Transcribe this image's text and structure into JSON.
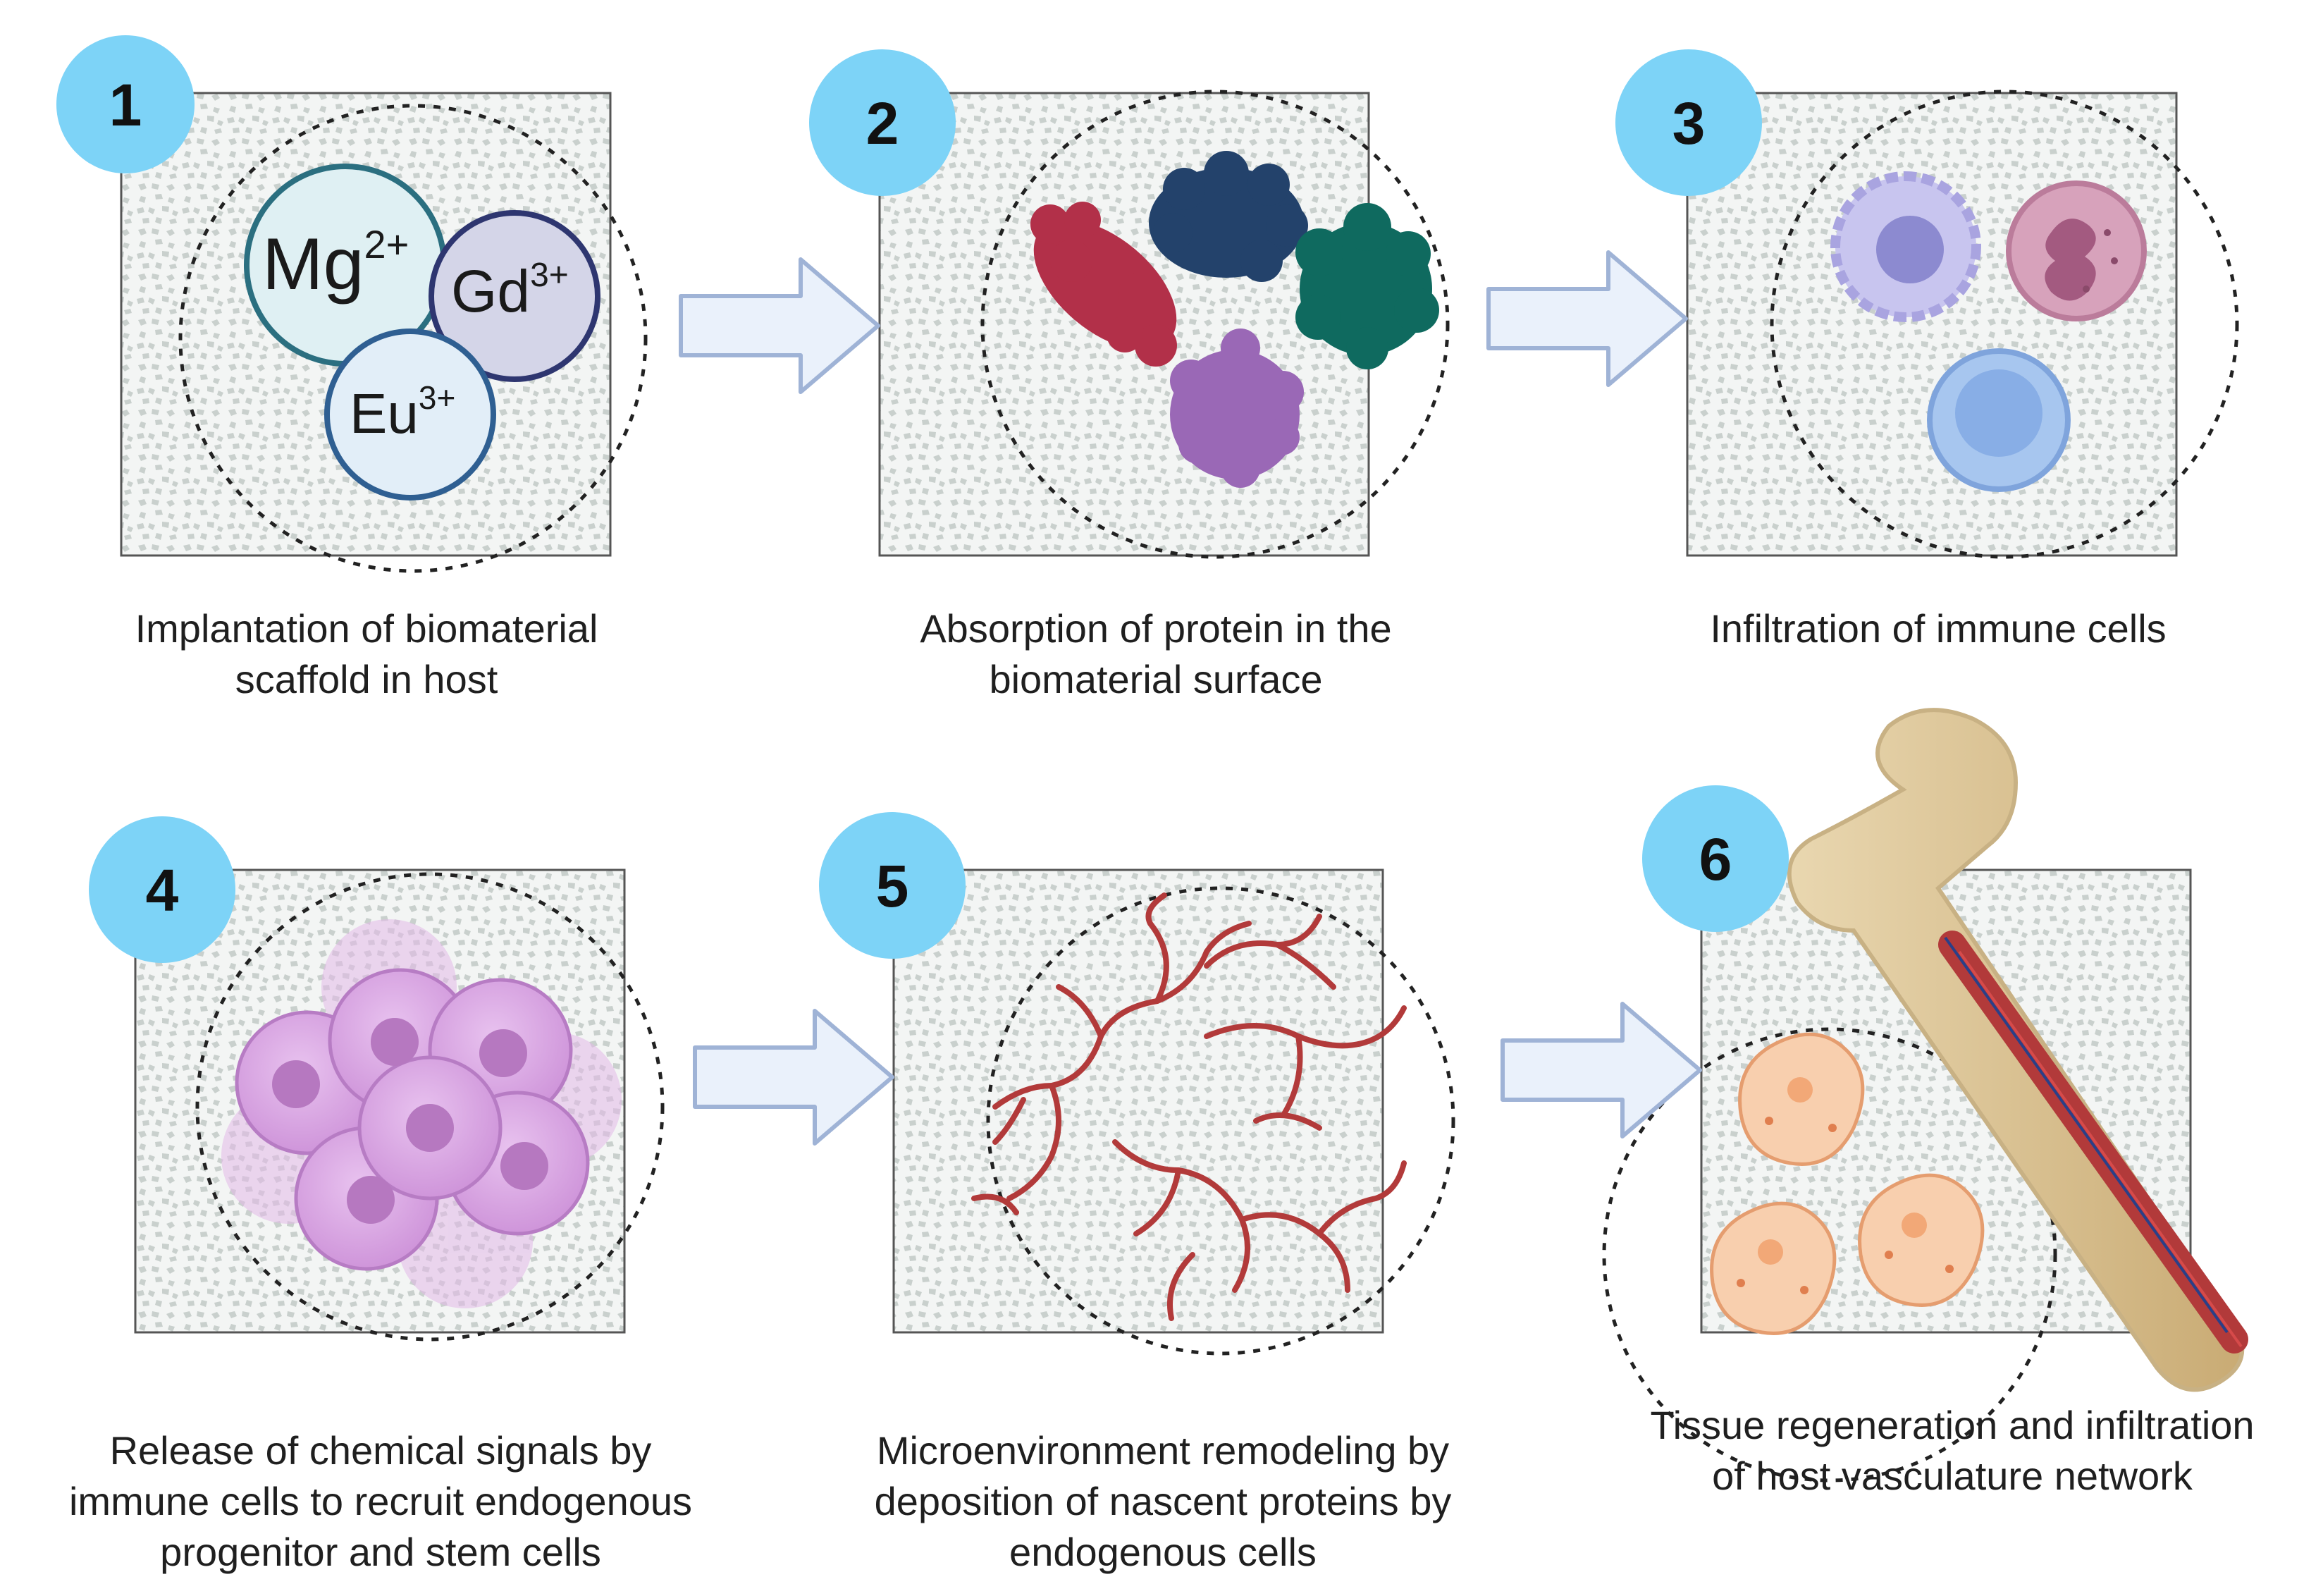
{
  "steps": [
    {
      "number": "1",
      "caption": [
        "Implantation of biomaterial",
        "scaffold in host"
      ]
    },
    {
      "number": "2",
      "caption": [
        "Absorption of protein in the",
        "biomaterial surface"
      ]
    },
    {
      "number": "3",
      "caption": [
        "Infiltration of immune cells"
      ]
    },
    {
      "number": "4",
      "caption": [
        "Release of chemical signals by",
        "immune cells to recruit endogenous",
        "progenitor and stem cells"
      ]
    },
    {
      "number": "5",
      "caption": [
        "Microenvironment remodeling by",
        "deposition of nascent proteins by",
        "endogenous cells"
      ]
    },
    {
      "number": "6",
      "caption": [
        "Tissue regeneration and infiltration",
        "of host vasculature network"
      ]
    }
  ],
  "ions": {
    "mg": {
      "base": "Mg",
      "charge": "2+"
    },
    "gd": {
      "base": "Gd",
      "charge": "3+"
    },
    "eu": {
      "base": "Eu",
      "charge": "3+"
    }
  },
  "colors": {
    "badge": "#7dd3f7",
    "panel_fill": "#f3f5f4",
    "panel_pattern": "#c9d0cd",
    "arrow_fill": "#eaf1fb",
    "arrow_stroke": "#9fb3d6",
    "protein_red": "#b23049",
    "protein_navy": "#23426b",
    "protein_teal": "#0f6a5f",
    "protein_purple": "#9a68b6",
    "stem_cell": "#d9a6e2",
    "vessel": "#b23a3a",
    "regen_cell": "#f8cfae",
    "bone": "#d9c398"
  }
}
